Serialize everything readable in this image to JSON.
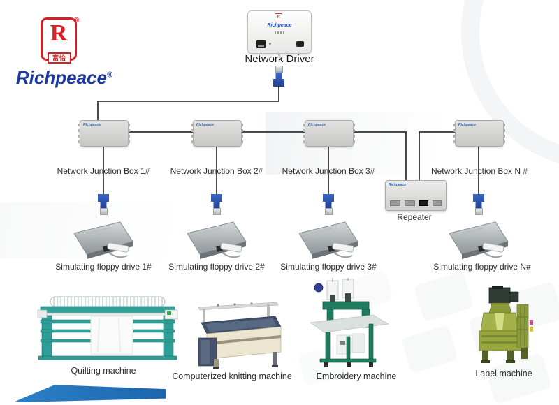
{
  "brand": {
    "name": "Richpeace",
    "reg": "®",
    "logo_letter": "R",
    "logo_cn": "富怡"
  },
  "device_badge": "Richpeace",
  "network_driver": {
    "label": "Network Driver"
  },
  "junction_boxes": [
    {
      "label": "Network Junction Box 1#"
    },
    {
      "label": "Network Junction Box 2#"
    },
    {
      "label": "Network Junction Box 3#"
    },
    {
      "label": "Network Junction Box N #"
    }
  ],
  "repeater": {
    "label": "Repeater"
  },
  "floppy_drives": [
    {
      "label": "Simulating floppy drive 1#"
    },
    {
      "label": "Simulating floppy drive 2#"
    },
    {
      "label": "Simulating floppy drive 3#"
    },
    {
      "label": "Simulating floppy drive N#"
    }
  ],
  "machines": [
    {
      "label": "Quilting machine"
    },
    {
      "label": "Computerized knitting machine"
    },
    {
      "label": "Embroidery machine"
    },
    {
      "label": "Label machine"
    }
  ],
  "colors": {
    "brand_red": "#d42127",
    "brand_blue": "#1d3a9e",
    "line": "#4a4a4a",
    "accent_stripe": "#2b80c7",
    "quilting_teal": "#2f9e97",
    "embroidery_green": "#1f7c5f",
    "label_machine_green": "#a3b24a"
  }
}
